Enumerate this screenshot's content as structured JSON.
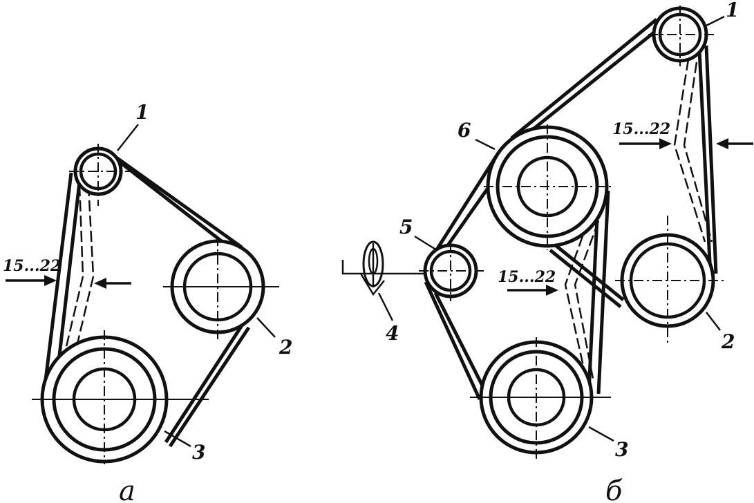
{
  "diagram_a": {
    "label_pulley_1": "1",
    "label_pulley_2": "2",
    "label_pulley_3": "3",
    "label_deflection": "15...22",
    "caption": "а"
  },
  "diagram_b": {
    "label_pulley_1": "1",
    "label_pulley_2": "2",
    "label_pulley_3": "3",
    "label_bracket_4": "4",
    "label_roller_5": "5",
    "label_pulley_6": "6",
    "label_deflection_upper": "15...22",
    "label_deflection_lower": "15...22",
    "caption": "б"
  }
}
